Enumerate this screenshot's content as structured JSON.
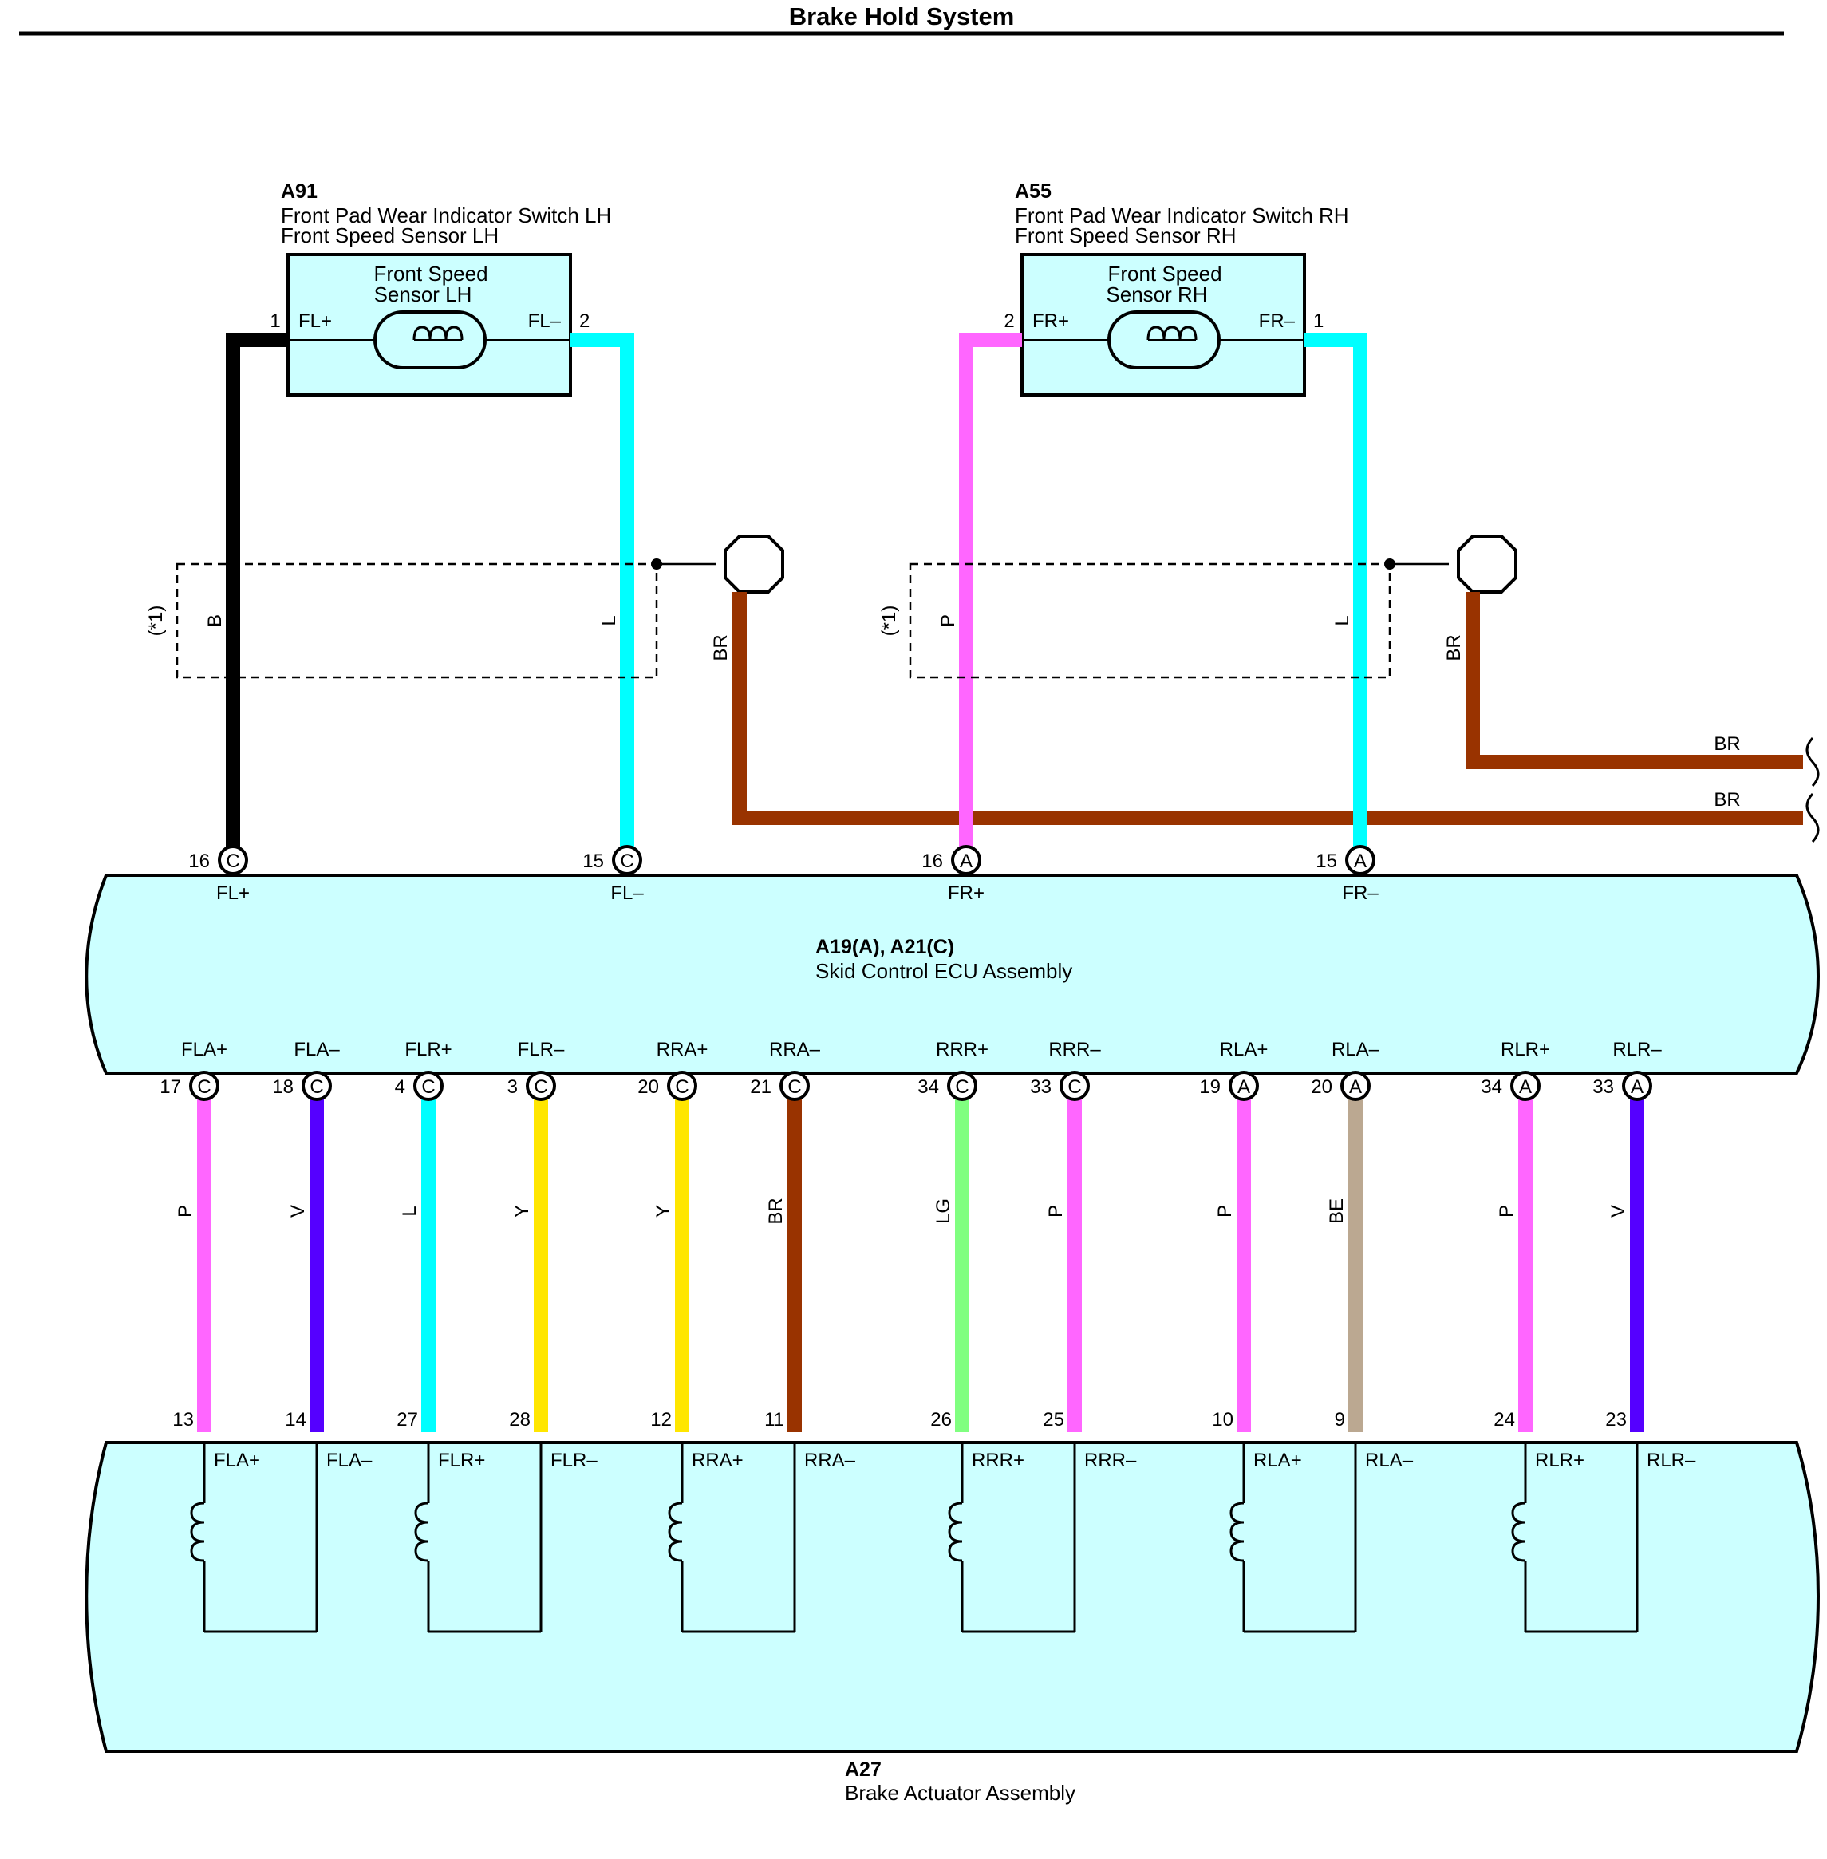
{
  "title": "Brake Hold System",
  "colors": {
    "B": "#000000",
    "L": "#00FFFF",
    "P": "#FF66FF",
    "BR": "#993300",
    "V": "#5500FF",
    "Y": "#FFE600",
    "LG": "#80FF80",
    "BE": "#BBA891",
    "component_fill": "#CCFFFF"
  },
  "sensor_lh": {
    "code": "A91",
    "line1": "Front Pad Wear Indicator Switch LH",
    "line2": "Front Speed Sensor LH",
    "inner1": "Front Speed",
    "inner2": "Sensor LH",
    "pin_left_num": "1",
    "pin_left_name": "FL+",
    "pin_right_name": "FL–",
    "pin_right_num": "2",
    "shield_note": "(*1)",
    "wire_left_color": "B",
    "wire_right_color": "L",
    "ground_wire_color": "BR"
  },
  "sensor_rh": {
    "code": "A55",
    "line1": "Front Pad Wear Indicator Switch RH",
    "line2": "Front Speed Sensor RH",
    "inner1": "Front Speed",
    "inner2": "Sensor RH",
    "pin_left_num": "2",
    "pin_left_name": "FR+",
    "pin_right_name": "FR–",
    "pin_right_num": "1",
    "shield_note": "(*1)",
    "wire_left_color": "P",
    "wire_right_color": "L",
    "ground_wire_color": "BR"
  },
  "ground_wires": [
    {
      "label": "BR"
    },
    {
      "label": "BR"
    }
  ],
  "ecu": {
    "code": "A19(A), A21(C)",
    "name": "Skid Control ECU Assembly",
    "top_pins": [
      {
        "num": "16",
        "conn": "C",
        "name": "FL+"
      },
      {
        "num": "15",
        "conn": "C",
        "name": "FL–"
      },
      {
        "num": "16",
        "conn": "A",
        "name": "FR+"
      },
      {
        "num": "15",
        "conn": "A",
        "name": "FR–"
      }
    ]
  },
  "bottom_wires": [
    {
      "ecu_name": "FLA+",
      "ecu_num": "17",
      "conn": "C",
      "color": "P",
      "act_num": "13",
      "act_name": "FLA+"
    },
    {
      "ecu_name": "FLA–",
      "ecu_num": "18",
      "conn": "C",
      "color": "V",
      "act_num": "14",
      "act_name": "FLA–"
    },
    {
      "ecu_name": "FLR+",
      "ecu_num": "4",
      "conn": "C",
      "color": "L",
      "act_num": "27",
      "act_name": "FLR+"
    },
    {
      "ecu_name": "FLR–",
      "ecu_num": "3",
      "conn": "C",
      "color": "Y",
      "act_num": "28",
      "act_name": "FLR–"
    },
    {
      "ecu_name": "RRA+",
      "ecu_num": "20",
      "conn": "C",
      "color": "Y",
      "act_num": "12",
      "act_name": "RRA+"
    },
    {
      "ecu_name": "RRA–",
      "ecu_num": "21",
      "conn": "C",
      "color": "BR",
      "act_num": "11",
      "act_name": "RRA–"
    },
    {
      "ecu_name": "RRR+",
      "ecu_num": "34",
      "conn": "C",
      "color": "LG",
      "act_num": "26",
      "act_name": "RRR+"
    },
    {
      "ecu_name": "RRR–",
      "ecu_num": "33",
      "conn": "C",
      "color": "P",
      "act_num": "25",
      "act_name": "RRR–"
    },
    {
      "ecu_name": "RLA+",
      "ecu_num": "19",
      "conn": "A",
      "color": "P",
      "act_num": "10",
      "act_name": "RLA+"
    },
    {
      "ecu_name": "RLA–",
      "ecu_num": "20",
      "conn": "A",
      "color": "BE",
      "act_num": "9",
      "act_name": "RLA–"
    },
    {
      "ecu_name": "RLR+",
      "ecu_num": "34",
      "conn": "A",
      "color": "P",
      "act_num": "24",
      "act_name": "RLR+"
    },
    {
      "ecu_name": "RLR–",
      "ecu_num": "33",
      "conn": "A",
      "color": "V",
      "act_num": "23",
      "act_name": "RLR–"
    }
  ],
  "actuator": {
    "code": "A27",
    "name": "Brake Actuator Assembly"
  }
}
